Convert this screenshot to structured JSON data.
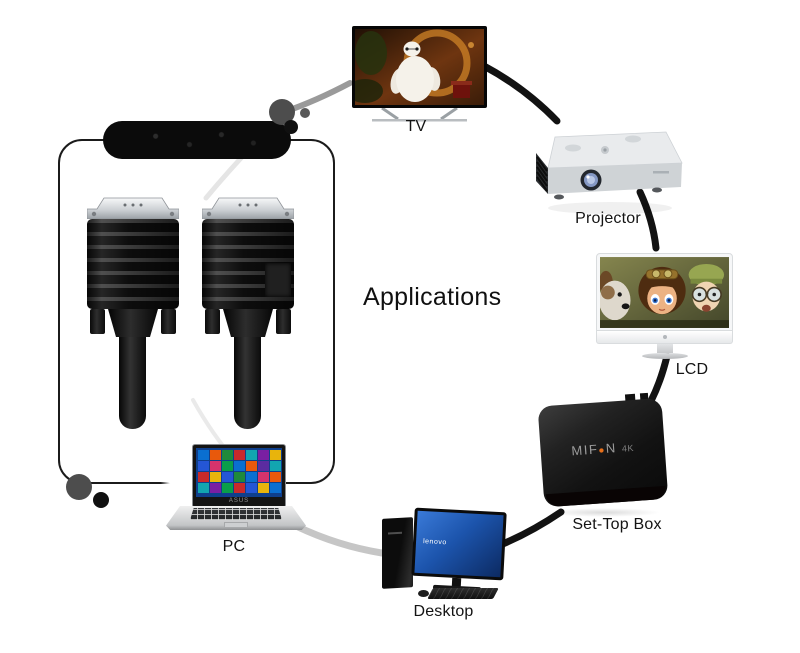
{
  "title": "Applications",
  "devices": {
    "tv": {
      "label": "TV"
    },
    "projector": {
      "label": "Projector"
    },
    "lcd": {
      "label": "LCD"
    },
    "set_top_box": {
      "label": "Set-Top Box",
      "brand_pre": "MIF",
      "brand_dot": "●",
      "brand_post": "N",
      "brand_suffix": "4K"
    },
    "desktop": {
      "label": "Desktop",
      "screen_logo": "lenovo"
    },
    "pc": {
      "label": "PC",
      "bezel_text": "ASUS",
      "tiles": [
        "#0a6fd1",
        "#e8590c",
        "#1f8a3b",
        "#c92a2a",
        "#12a5b0",
        "#7a1fa2",
        "#e8b40c",
        "#2456d6",
        "#d6336c",
        "#0a9e4a",
        "#0a6fd1",
        "#e8590c",
        "#5a2ca0",
        "#12a5b0",
        "#c92a2a",
        "#e8b40c",
        "#2456d6",
        "#1f8a3b",
        "#0a6fd1",
        "#d6336c",
        "#e8590c",
        "#12a5b0",
        "#7a1fa2",
        "#0a9e4a",
        "#c92a2a",
        "#2456d6",
        "#e8b40c",
        "#0a6fd1"
      ]
    }
  },
  "colors": {
    "arc_black": "#121212",
    "arc_gray": "#9a9a9a",
    "arc_faint": "#e5e5e5",
    "arc_light": "#c6c6c6",
    "brand_orange": "#e8701a"
  }
}
